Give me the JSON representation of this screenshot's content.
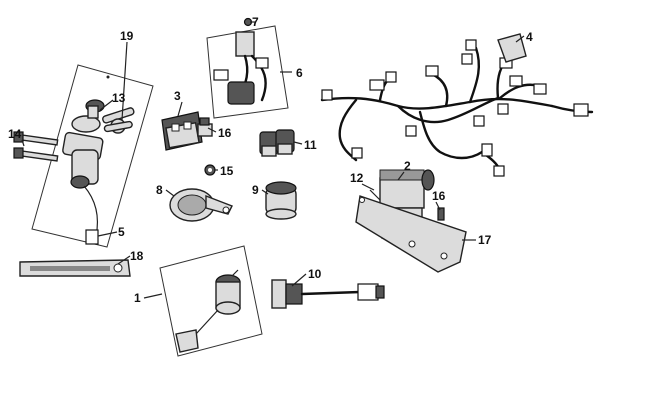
{
  "callouts": {
    "p1": "1",
    "p2": "2",
    "p3": "3",
    "p4": "4",
    "p5": "5",
    "p6": "6",
    "p7": "7",
    "p8": "8",
    "p9": "9",
    "p10": "10",
    "p11": "11",
    "p12": "12",
    "p13": "13",
    "p14": "14",
    "p15": "15",
    "p16a": "16",
    "p16b": "16",
    "p17": "17",
    "p18": "18",
    "p19": "19"
  }
}
